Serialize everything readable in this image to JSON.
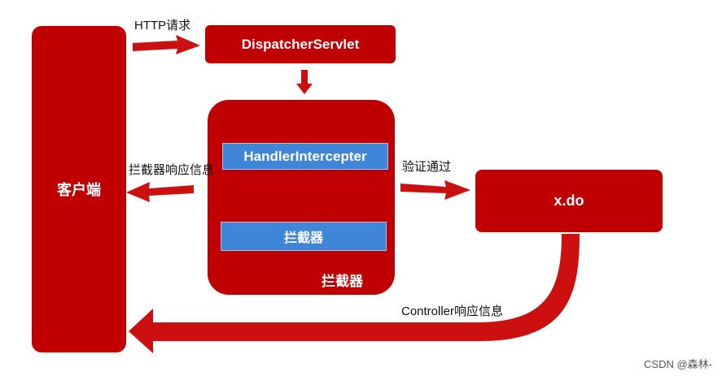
{
  "nodes": {
    "client": "客户端",
    "dispatcher": "DispatcherServlet",
    "handler": "HandlerIntercepter",
    "interceptor_inner": "拦截器",
    "interceptor_group": "拦截器",
    "xdo": "x.do"
  },
  "edges": {
    "http_request": "HTTP请求",
    "interceptor_response": "拦截器响应信息",
    "validation_passed": "验证通过",
    "controller_response": "Controller响应信息"
  },
  "watermark": "CSDN @森林-",
  "colors": {
    "box_red": "#c00000",
    "arrow_red": "#cc1010",
    "box_blue": "#3f86d8"
  }
}
